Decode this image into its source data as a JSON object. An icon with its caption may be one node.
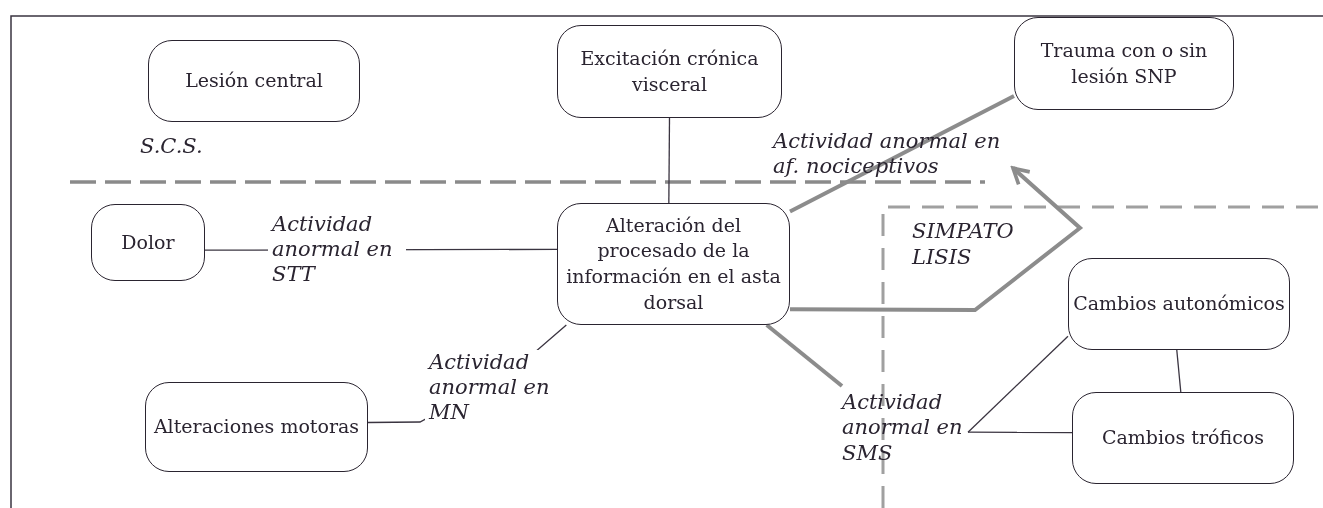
{
  "diagram": {
    "nodes": [
      {
        "text": [
          "Lesión central"
        ]
      },
      {
        "text": [
          "Excitación crónica visceral"
        ]
      },
      {
        "text": [
          "Trauma con o sin lesión SNP"
        ]
      },
      {
        "text": [
          "Actividad anormal en af. nociceptivos"
        ]
      },
      {
        "text": [
          "Dolor"
        ]
      },
      {
        "text": [
          "Alteración del procesado de la información en el asta dorsal"
        ]
      },
      {
        "text": [
          "Cambios autonómicos"
        ]
      },
      {
        "text": [
          "Alteraciones motoras"
        ]
      },
      {
        "text": [
          "Actividad anormal en SMS"
        ]
      },
      {
        "text": [
          "Cambios tróficos"
        ]
      }
    ],
    "edges": [
      {
        "from": 1,
        "to": 5,
        "arrow": "none"
      },
      {
        "from": 2,
        "to": 5,
        "arrow": "none",
        "style": "thick",
        "color": "#8c8c8c"
      },
      {
        "from": 5,
        "to": 3,
        "arrow": "to",
        "style": "thick",
        "color": "#8c8c8c"
      },
      {
        "from": 4,
        "to": 5,
        "arrow": "none",
        "label": "Actividad anormal en STT"
      },
      {
        "from": 7,
        "to": 5,
        "arrow": "none",
        "label": "Actividad anormal en MN"
      },
      {
        "from": 5,
        "to": 8,
        "arrow": "none",
        "style": "thick",
        "color": "#8c8c8c"
      },
      {
        "from": 8,
        "to": 6,
        "arrow": "none"
      },
      {
        "from": 8,
        "to": 9,
        "arrow": "none"
      },
      {
        "from": 6,
        "to": 9,
        "arrow": "none"
      }
    ],
    "labels": [
      "S.C.S.",
      "SIMPATO LISIS"
    ]
  }
}
